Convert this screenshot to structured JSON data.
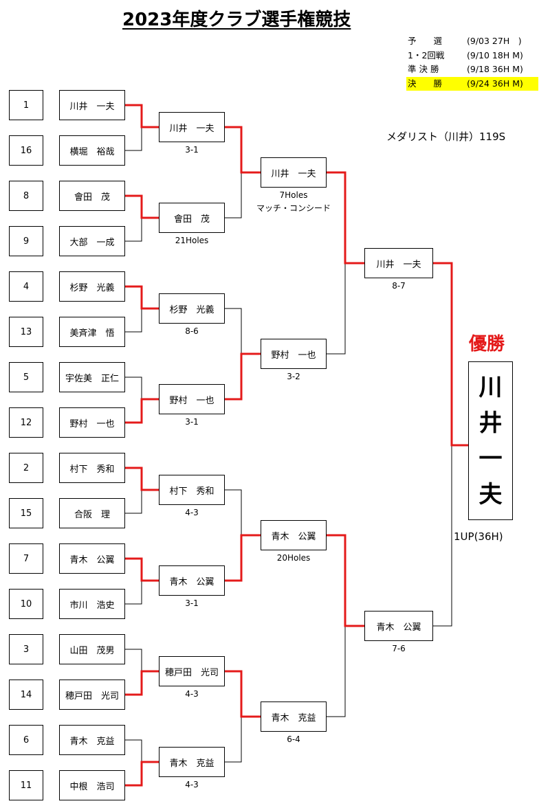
{
  "title": "2023年度クラブ選手権競技",
  "schedule": [
    {
      "label": "予　　選",
      "value": "(9/03  27H　)"
    },
    {
      "label": "1・2回戦",
      "value": "(9/10  18H  M)"
    },
    {
      "label": "準 決 勝",
      "value": "(9/18  36H  M)"
    },
    {
      "label": "決　　勝",
      "value": "(9/24  36H  M)"
    }
  ],
  "medalist": "メダリスト（川井）119S",
  "round1": [
    {
      "seed": "1",
      "name": "川井　一夫"
    },
    {
      "seed": "16",
      "name": "横堀　裕哉"
    },
    {
      "seed": "8",
      "name": "會田　茂"
    },
    {
      "seed": "9",
      "name": "大部　一成"
    },
    {
      "seed": "4",
      "name": "杉野　光義"
    },
    {
      "seed": "13",
      "name": "美斉津　悟"
    },
    {
      "seed": "5",
      "name": "宇佐美　正仁"
    },
    {
      "seed": "12",
      "name": "野村　一也"
    },
    {
      "seed": "2",
      "name": "村下　秀和"
    },
    {
      "seed": "15",
      "name": "合阪　理"
    },
    {
      "seed": "7",
      "name": "青木　公翼"
    },
    {
      "seed": "10",
      "name": "市川　浩史"
    },
    {
      "seed": "3",
      "name": "山田　茂男"
    },
    {
      "seed": "14",
      "name": "穂戸田　光司"
    },
    {
      "seed": "6",
      "name": "青木　克益"
    },
    {
      "seed": "11",
      "name": "中根　浩司"
    }
  ],
  "round2": [
    {
      "name": "川井　一夫",
      "score": "3-1"
    },
    {
      "name": "會田　茂",
      "score": "21Holes"
    },
    {
      "name": "杉野　光義",
      "score": "8-6"
    },
    {
      "name": "野村　一也",
      "score": "3-1"
    },
    {
      "name": "村下　秀和",
      "score": "4-3"
    },
    {
      "name": "青木　公翼",
      "score": "3-1"
    },
    {
      "name": "穂戸田　光司",
      "score": "4-3"
    },
    {
      "name": "青木　克益",
      "score": "4-3"
    }
  ],
  "quarter": [
    {
      "name": "川井　一夫",
      "score": "7Holes",
      "score2": "マッチ・コンシード"
    },
    {
      "name": "野村　一也",
      "score": "3-2",
      "score2": ""
    },
    {
      "name": "青木　公翼",
      "score": "20Holes",
      "score2": ""
    },
    {
      "name": "青木　克益",
      "score": "6-4",
      "score2": ""
    }
  ],
  "semi": [
    {
      "name": "川井　一夫",
      "score": "8-7"
    },
    {
      "name": "青木　公翼",
      "score": "7-6"
    }
  ],
  "champion_label": "優勝",
  "champion_chars": [
    "川",
    "井",
    "一",
    "夫"
  ],
  "final_score": "1UP(36H)",
  "colors": {
    "win_line": "#e41a1a",
    "lose_line": "#000000",
    "highlight": "#ffff00"
  }
}
